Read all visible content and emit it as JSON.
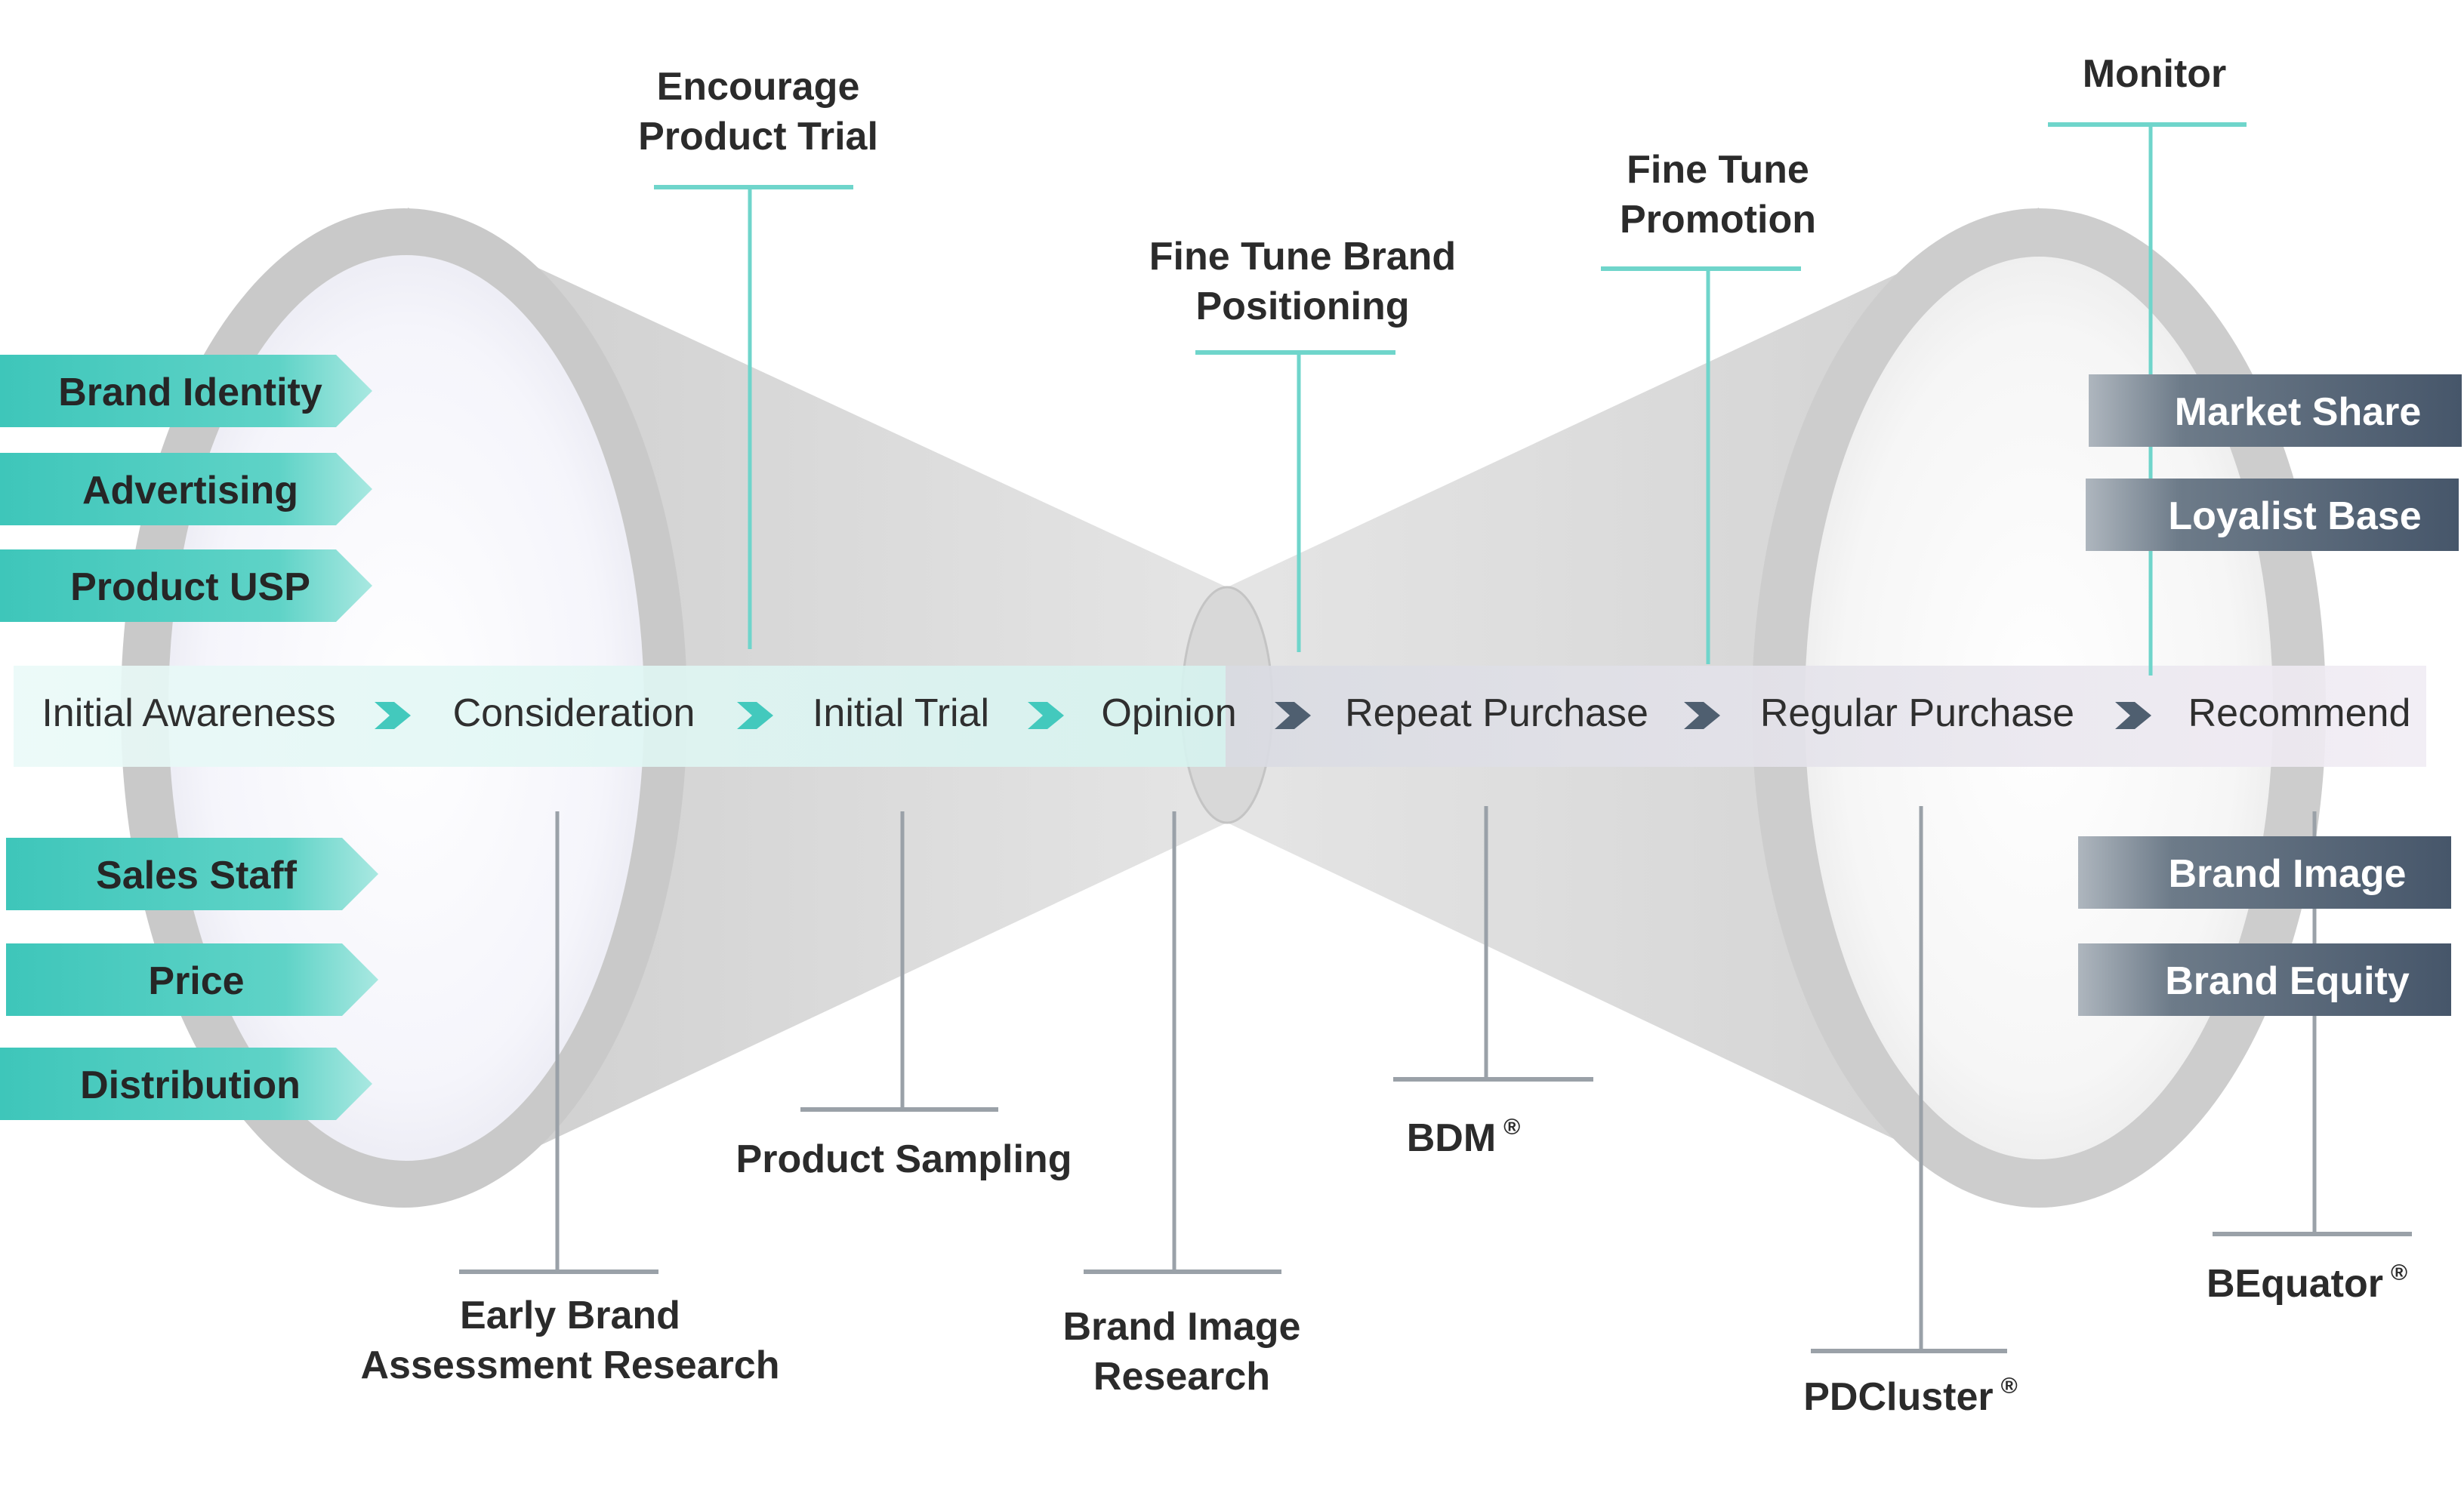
{
  "colors": {
    "teal": "#43c9bd",
    "teal_line": "#6fd5cb",
    "slate": "#4f5f70",
    "stem_gray": "#9aa1a8",
    "funnel_gray": "#d0d0d0"
  },
  "stages": [
    {
      "label": "Initial Awareness",
      "arrow": "teal"
    },
    {
      "label": "Consideration",
      "arrow": "teal"
    },
    {
      "label": "Initial Trial",
      "arrow": "teal"
    },
    {
      "label": "Opinion",
      "arrow": "slate"
    },
    {
      "label": "Repeat Purchase",
      "arrow": "slate"
    },
    {
      "label": "Regular Purchase",
      "arrow": "slate"
    },
    {
      "label": "Recommend",
      "arrow": null
    }
  ],
  "left_tags": [
    "Brand Identity",
    "Advertising",
    "Product USP",
    "Sales Staff",
    "Price",
    "Distribution"
  ],
  "right_tags": [
    "Market Share",
    "Loyalist Base",
    "Brand Image",
    "Brand Equity"
  ],
  "top_callouts": [
    {
      "lines": [
        "Encourage",
        "Product Trial"
      ]
    },
    {
      "lines": [
        "Fine Tune Brand",
        "Positioning"
      ]
    },
    {
      "lines": [
        "Fine Tune",
        "Promotion"
      ]
    },
    {
      "lines": [
        "Monitor"
      ]
    }
  ],
  "bottom_callouts": [
    {
      "lines": [
        "Early Brand",
        "Assessment Research"
      ],
      "reg": false
    },
    {
      "lines": [
        "Product Sampling"
      ],
      "reg": false
    },
    {
      "lines": [
        "Brand Image",
        "Research"
      ],
      "reg": false
    },
    {
      "lines": [
        "BDM"
      ],
      "reg": true
    },
    {
      "lines": [
        "PDCluster"
      ],
      "reg": true
    },
    {
      "lines": [
        "BEquator"
      ],
      "reg": true
    }
  ],
  "reg_mark": "®"
}
